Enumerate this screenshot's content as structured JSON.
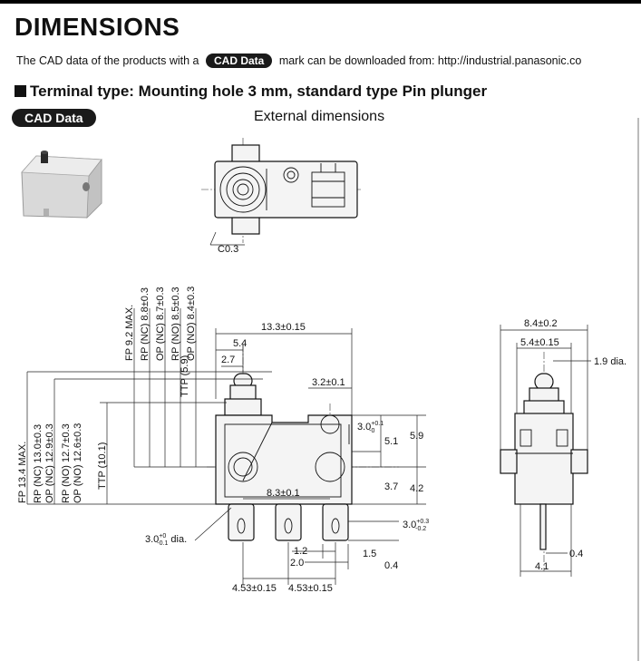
{
  "page": {
    "title": "DIMENSIONS",
    "intro_before": "The CAD data of the products with a",
    "intro_badge": "CAD Data",
    "intro_after": "mark can be downloaded from: http://industrial.panasonic.co",
    "section_title": "Terminal type: Mounting hole 3 mm, standard type   Pin plunger",
    "cad_badge": "CAD Data",
    "external_label": "External dimensions"
  },
  "labels": {
    "c03": "C0.3",
    "w133": "13.3±0.15",
    "w54": "5.4",
    "w27": "2.7",
    "w32": "3.2±0.1",
    "hole30": "3.0",
    "hole30_sup": "+0.1",
    "hole30_sub": "-0",
    "h51": "5.1",
    "h59": "5.9",
    "h37": "3.7",
    "h42": "4.2",
    "w83": "8.3±0.1",
    "dia_main": "3.0",
    "dia_sup": "+0",
    "dia_sub": "-0.1",
    "dia_suffix": " dia.",
    "term30": "3.0",
    "term30_sup": "+0.3",
    "term30_sub": "-0.2",
    "t12": "1.2",
    "t20": "2.0",
    "t15": "1.5",
    "t04": "0.4",
    "p1": "4.53±0.15",
    "p2": "4.53±0.15",
    "fp92": "FP 9.2 MAX.",
    "rpnc88": "RP (NC) 8.8±0.3",
    "opnc87": "OP (NC) 8.7±0.3",
    "rpno85": "RP (NO) 8.5±0.3",
    "opno84": "OP (NO) 8.4±0.3",
    "ttp59": "TTP (5.9)",
    "fp134": "FP 13.4 MAX.",
    "rpnc130": "RP (NC) 13.0±0.3",
    "opnc129": "OP (NC) 12.9±0.3",
    "rpno127": "RP (NO) 12.7±0.3",
    "opno126": "OP (NO) 12.6±0.3",
    "ttp101": "TTP (10.1)",
    "s84": "8.4±0.2",
    "s54": "5.4±0.15",
    "s19": "1.9 dia.",
    "s04": "0.4",
    "s41": "4.1"
  }
}
